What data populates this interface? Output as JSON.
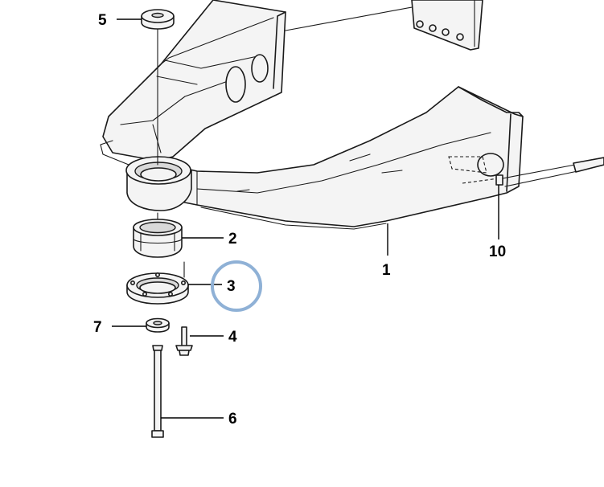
{
  "callouts": {
    "c1": "1",
    "c2": "2",
    "c3": "3",
    "c4": "4",
    "c5": "5",
    "c6": "6",
    "c7": "7",
    "c10": "10"
  },
  "highlight_color": "#8fb1d6"
}
